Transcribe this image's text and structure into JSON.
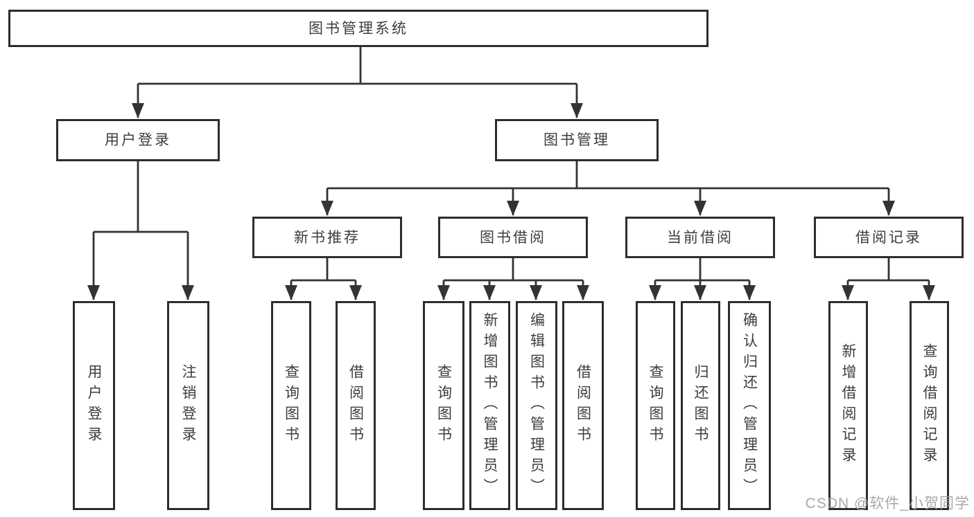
{
  "tree": {
    "root": {
      "label": "图书管理系统"
    },
    "branches": [
      {
        "label": "用户登录",
        "children": [
          {
            "label": "用户登录"
          },
          {
            "label": "注销登录"
          }
        ]
      },
      {
        "label": "图书管理",
        "children": [
          {
            "label": "新书推荐",
            "children": [
              {
                "label": "查询图书"
              },
              {
                "label": "借阅图书"
              }
            ]
          },
          {
            "label": "图书借阅",
            "children": [
              {
                "label": "查询图书"
              },
              {
                "label": "新增图书（管理员）"
              },
              {
                "label": "编辑图书（管理员）"
              },
              {
                "label": "借阅图书"
              }
            ]
          },
          {
            "label": "当前借阅",
            "children": [
              {
                "label": "查询图书"
              },
              {
                "label": "归还图书"
              },
              {
                "label": "确认归还（管理员）"
              }
            ]
          },
          {
            "label": "借阅记录",
            "children": [
              {
                "label": "新增借阅记录"
              },
              {
                "label": "查询借阅记录"
              }
            ]
          }
        ]
      }
    ]
  },
  "watermark": {
    "text": "CSDN @软件_小贺同学"
  },
  "colors": {
    "line": "#333333",
    "box_border": "#2d2d2d",
    "text": "#3d3d3d",
    "watermark": "#9f9f9f",
    "background": "#ffffff"
  }
}
